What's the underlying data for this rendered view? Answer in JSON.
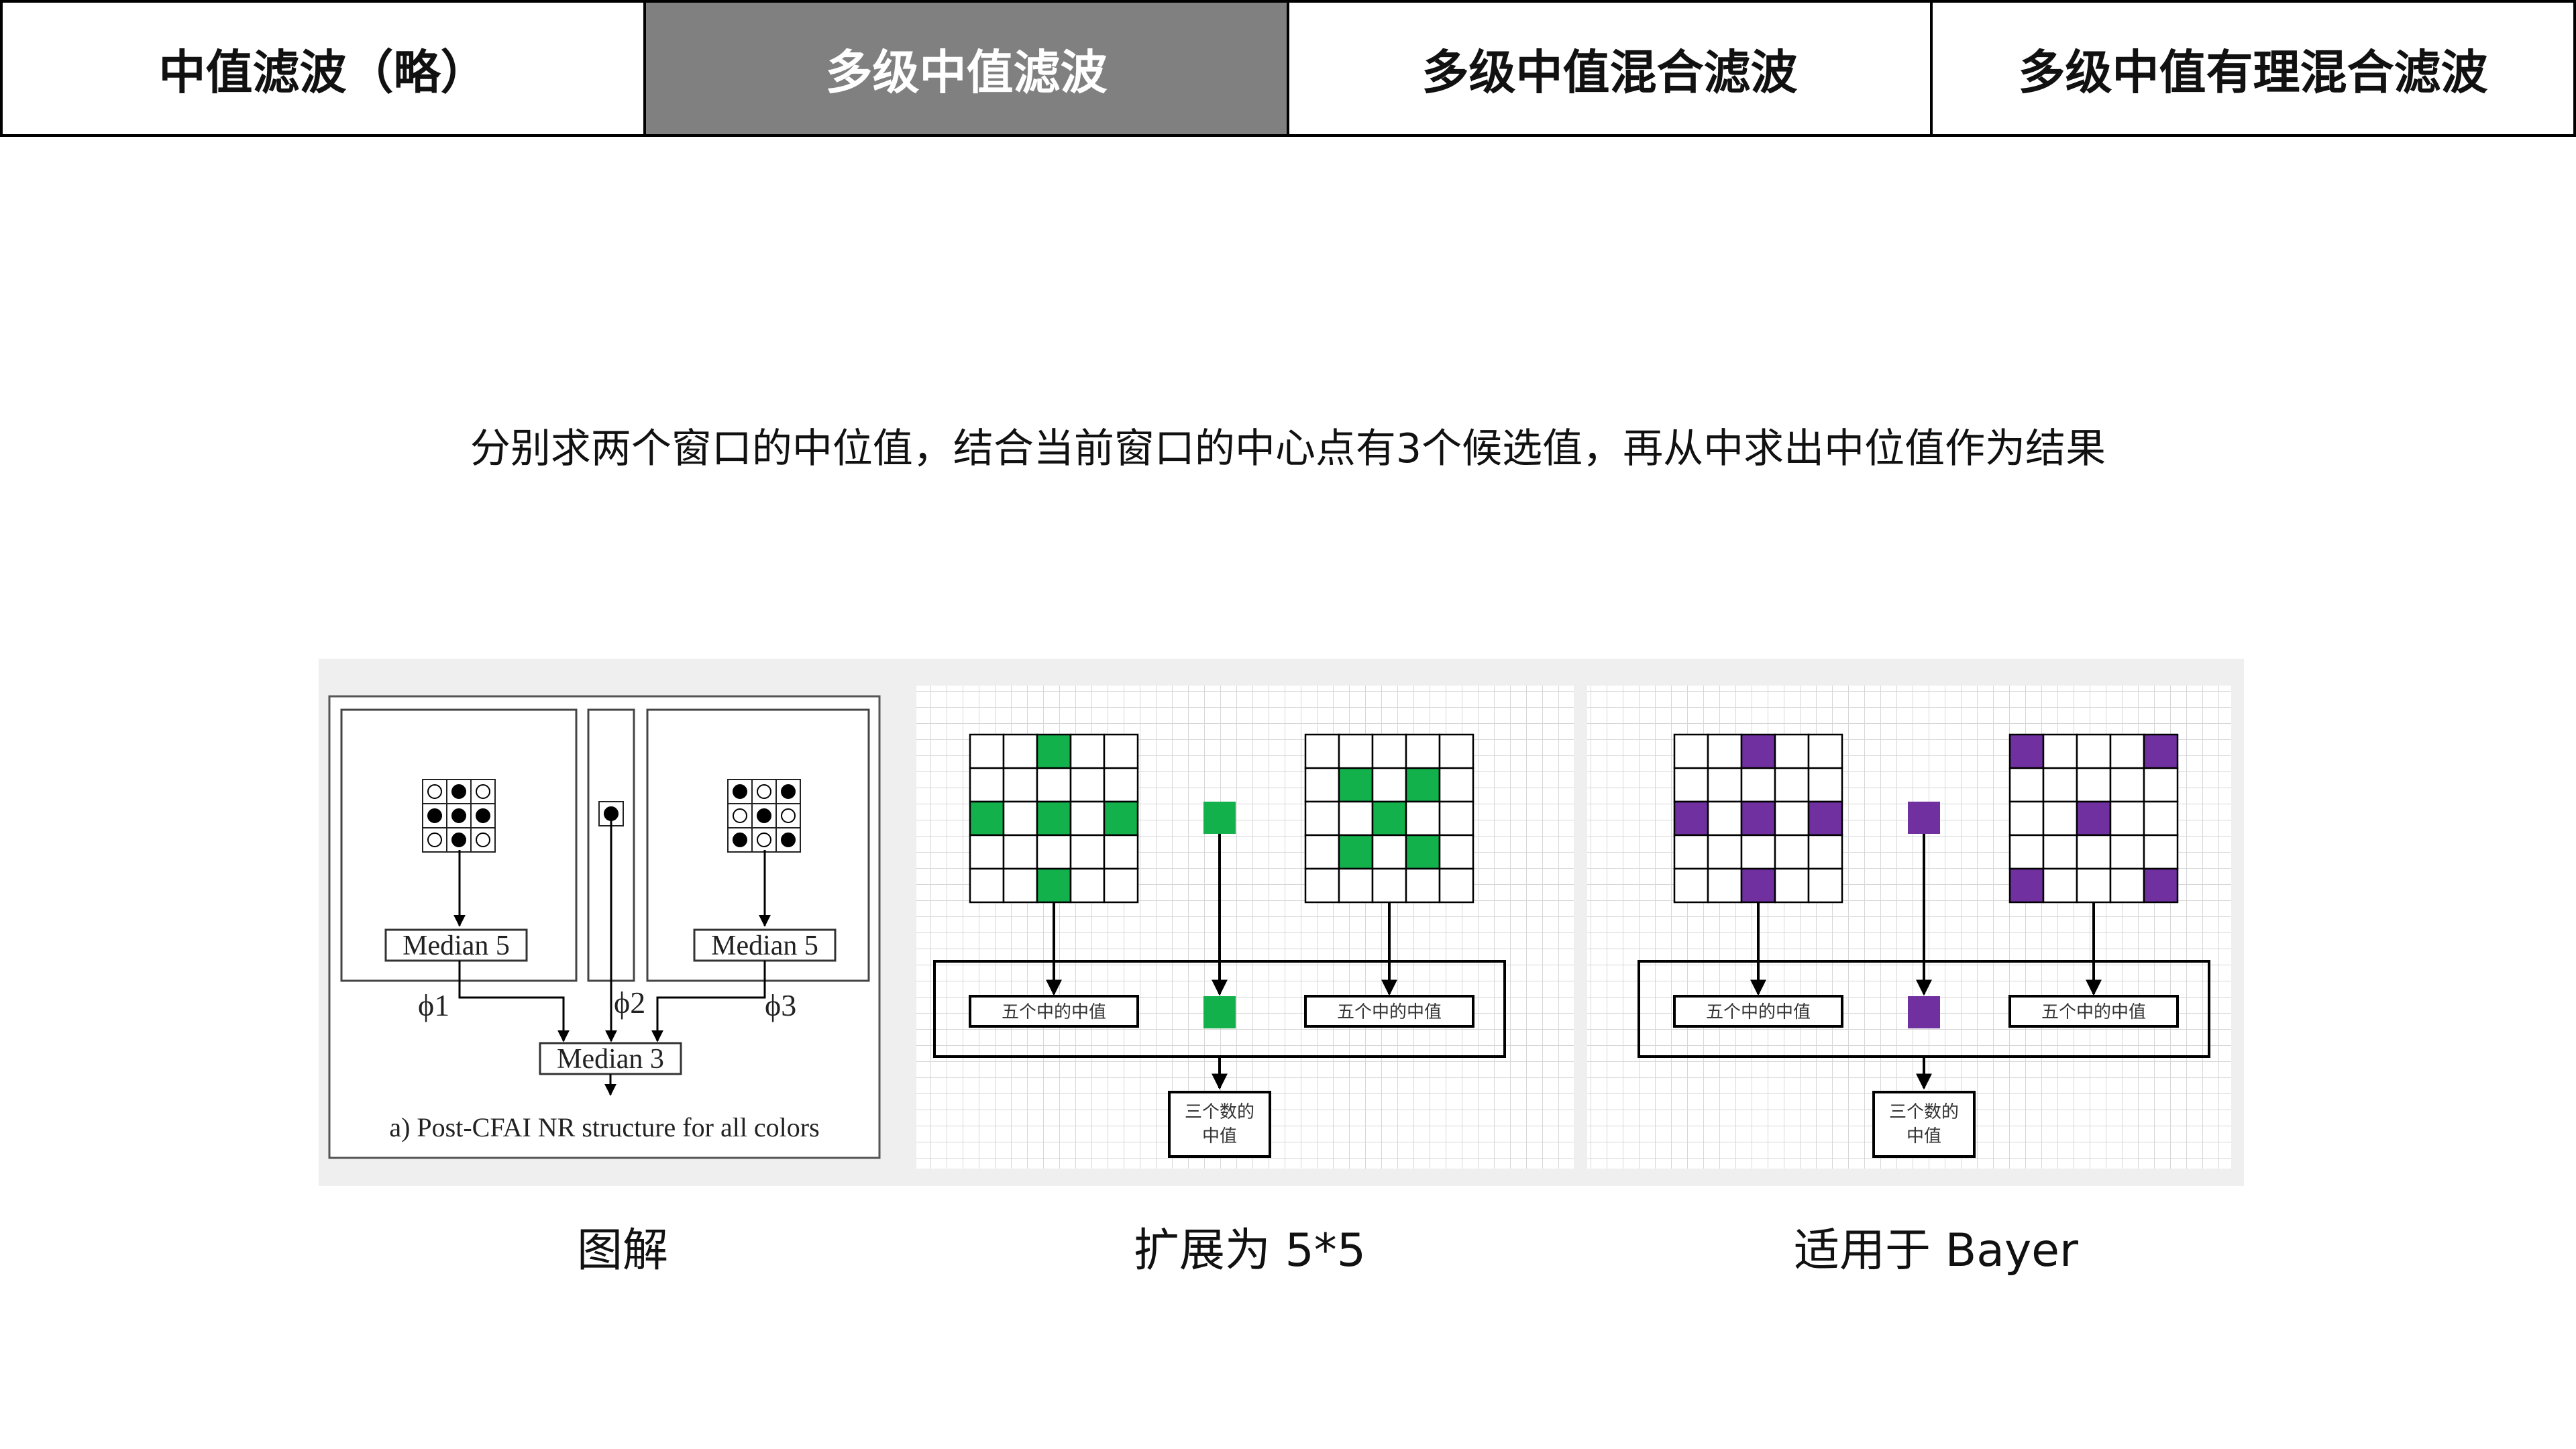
{
  "tabs": [
    {
      "label": "中值滤波（略）",
      "active": false
    },
    {
      "label": "多级中值滤波",
      "active": true
    },
    {
      "label": "多级中值混合滤波",
      "active": false
    },
    {
      "label": "多级中值有理混合滤波",
      "active": false
    }
  ],
  "description": "分别求两个窗口的中位值，结合当前窗口的中心点有3个候选值，再从中求出中位值作为结果",
  "diagram": {
    "left_median_label": "Median 5",
    "right_median_label": "Median 5",
    "bottom_median_label": "Median 3",
    "phi1": "ϕ1",
    "phi2": "ϕ2",
    "phi3": "ϕ3",
    "structure_caption": "a) Post-CFAI NR structure for all colors",
    "five_median_label": "五个中的中值",
    "three_median_line1": "三个数的",
    "three_median_line2": "中值",
    "green_color": "#12b14b",
    "purple_color": "#7030a0"
  },
  "captions": {
    "illustration": "图解",
    "extend": "扩展为 5*5",
    "bayer": "适用于 Bayer"
  }
}
